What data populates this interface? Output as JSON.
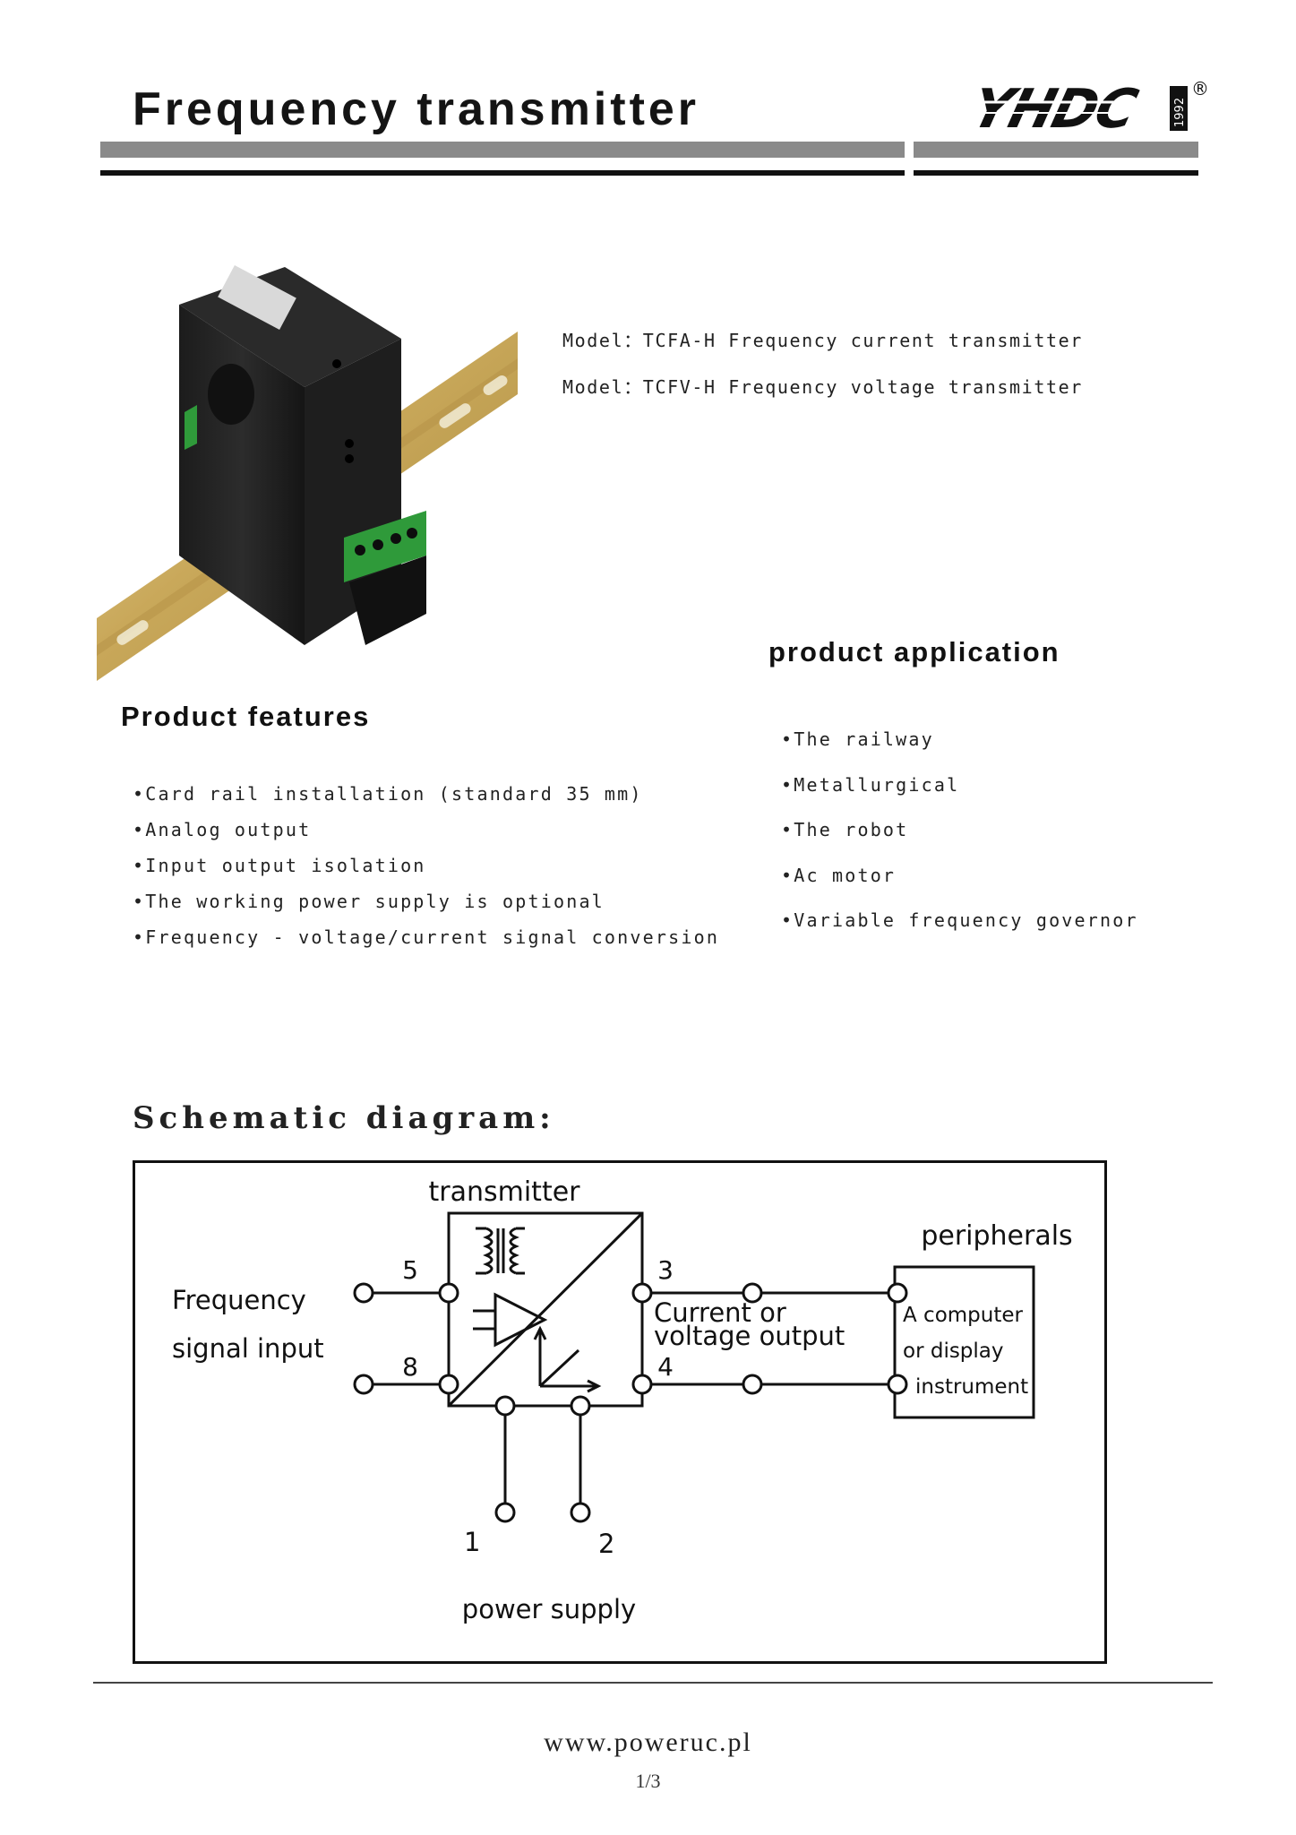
{
  "header": {
    "title": "Frequency transmitter",
    "brand": {
      "logo_text": "YHDC",
      "year": "1992",
      "registered_mark": "®"
    }
  },
  "models": [
    "Model：TCFA-H Frequency current transmitter",
    "Model：TCFV-H Frequency voltage transmitter"
  ],
  "features": {
    "heading": "Product features",
    "items": [
      "Card rail installation (standard 35 mm)",
      "Analog output",
      "Input output isolation",
      "The working power supply is optional",
      "Frequency - voltage/current signal conversion"
    ]
  },
  "application": {
    "heading": "product application",
    "items": [
      "The railway",
      "Metallurgical",
      "The robot",
      "Ac motor",
      "Variable frequency governor"
    ]
  },
  "schematic": {
    "heading": "Schematic diagram:",
    "transmitter_label": "transmitter",
    "peripherals_label": "peripherals",
    "input_label_1": "Frequency",
    "input_label_2": "signal input",
    "output_label_1": "Current or",
    "output_label_2": "voltage output",
    "device_label_1": "A computer",
    "device_label_2": "or display",
    "device_label_3": "instrument",
    "power_label": "power supply",
    "pins": {
      "p5": "5",
      "p8": "8",
      "p3": "3",
      "p4": "4",
      "p1": "1",
      "p2": "2"
    }
  },
  "footer": {
    "url": "www.poweruc.pl",
    "page": "1/3"
  },
  "colors": {
    "header_bar_gray": "#8a8a8a",
    "header_bar_black": "#111111",
    "terminal_green": "#2f9a3a",
    "din_rail_gold": "#c9a85a"
  }
}
